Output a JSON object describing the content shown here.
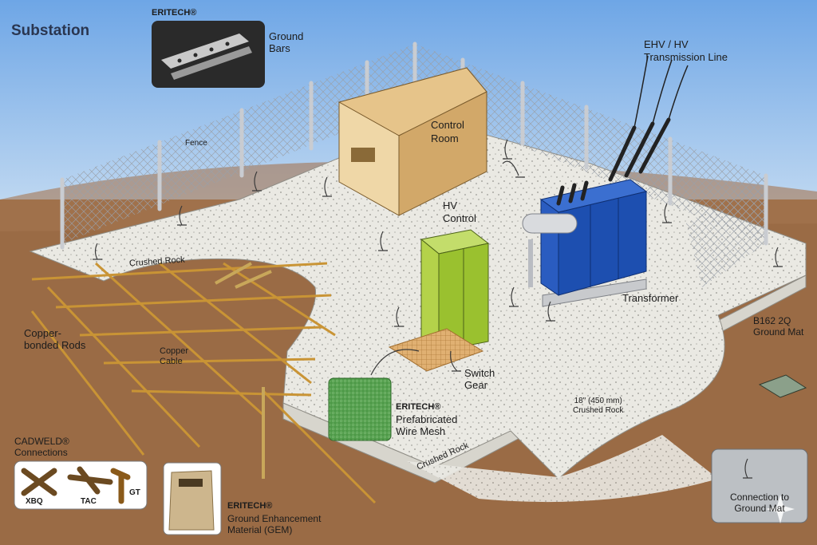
{
  "title": "Substation",
  "labels": {
    "eritech_top": "ERITECH®",
    "ground_bars": "Ground\nBars",
    "ehv_line": "EHV / HV\nTransmission Line",
    "fence": "Fence",
    "control_room": "Control\nRoom",
    "hv_control": "HV\nControl",
    "transformer": "Transformer",
    "crushed_rock_left": "Crushed Rock",
    "crushed_rock_front": "Crushed Rock",
    "copper_rods": "Copper-\nbonded Rods",
    "copper_cable": "Copper\nCable",
    "switch_gear": "Switch\nGear",
    "eritech_mesh_brand": "ERITECH®",
    "mesh": "Prefabricated\nWire Mesh",
    "rock_spec": "18\" (450 mm)\nCrushed Rock",
    "ground_mat": "B162 2Q\nGround Mat",
    "cadweld": "CADWELD®\nConnections",
    "xbq": "XBQ",
    "tac": "TAC",
    "gt": "GT",
    "gem_brand": "ERITECH®",
    "gem": "Ground Enhancement\nMaterial (GEM)",
    "connection": "Connection to\nGround Mat"
  },
  "colors": {
    "sky": "#7fb0e6",
    "soil": "#9a6b45",
    "gravel": "#e9e8e2",
    "copper": "#c99435",
    "transformer": "#1d4fb0",
    "hv_control": "#9ac12f",
    "control_room": "#d2a869"
  },
  "icons": [
    "ground-bars-photo",
    "cadweld-xbq-icon",
    "cadweld-tac-icon",
    "cadweld-gt-icon",
    "gem-bag-icon",
    "ground-symbol-icon",
    "star-watermark-icon"
  ]
}
